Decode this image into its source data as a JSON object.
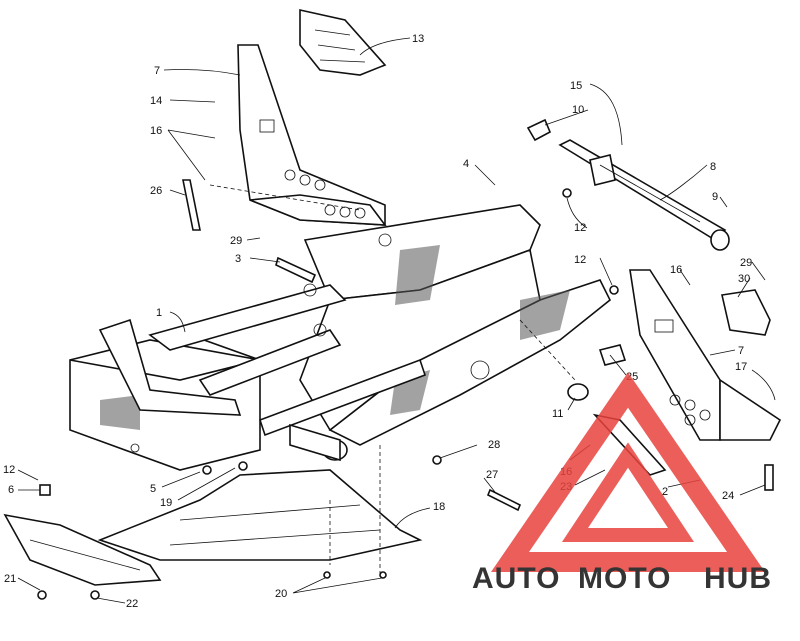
{
  "callouts": [
    {
      "id": "c1",
      "text": "1"
    },
    {
      "id": "c2",
      "text": "2"
    },
    {
      "id": "c3",
      "text": "3"
    },
    {
      "id": "c4",
      "text": "4"
    },
    {
      "id": "c5",
      "text": "5"
    },
    {
      "id": "c6",
      "text": "6"
    },
    {
      "id": "c7a",
      "text": "7"
    },
    {
      "id": "c7b",
      "text": "7"
    },
    {
      "id": "c8",
      "text": "8"
    },
    {
      "id": "c9",
      "text": "9"
    },
    {
      "id": "c10",
      "text": "10"
    },
    {
      "id": "c11",
      "text": "11"
    },
    {
      "id": "c12a",
      "text": "12"
    },
    {
      "id": "c12b",
      "text": "12"
    },
    {
      "id": "c12c",
      "text": "12"
    },
    {
      "id": "c13",
      "text": "13"
    },
    {
      "id": "c14",
      "text": "14"
    },
    {
      "id": "c15",
      "text": "15"
    },
    {
      "id": "c16a",
      "text": "16"
    },
    {
      "id": "c16b",
      "text": "16"
    },
    {
      "id": "c16c",
      "text": "16"
    },
    {
      "id": "c17",
      "text": "17"
    },
    {
      "id": "c18",
      "text": "18"
    },
    {
      "id": "c19",
      "text": "19"
    },
    {
      "id": "c20",
      "text": "20"
    },
    {
      "id": "c21",
      "text": "21"
    },
    {
      "id": "c22",
      "text": "22"
    },
    {
      "id": "c23",
      "text": "23"
    },
    {
      "id": "c24",
      "text": "24"
    },
    {
      "id": "c25",
      "text": "25"
    },
    {
      "id": "c26",
      "text": "26"
    },
    {
      "id": "c27",
      "text": "27"
    },
    {
      "id": "c28",
      "text": "28"
    },
    {
      "id": "c29a",
      "text": "29"
    },
    {
      "id": "c29b",
      "text": "29"
    },
    {
      "id": "c30",
      "text": "30"
    }
  ],
  "watermark": {
    "part1": "AUTO",
    "part2": "MOTO",
    "part3": "HUB",
    "colors": {
      "red": "#e8433e",
      "orange": "#f0a53a",
      "gray": "#6f6f6f"
    }
  }
}
